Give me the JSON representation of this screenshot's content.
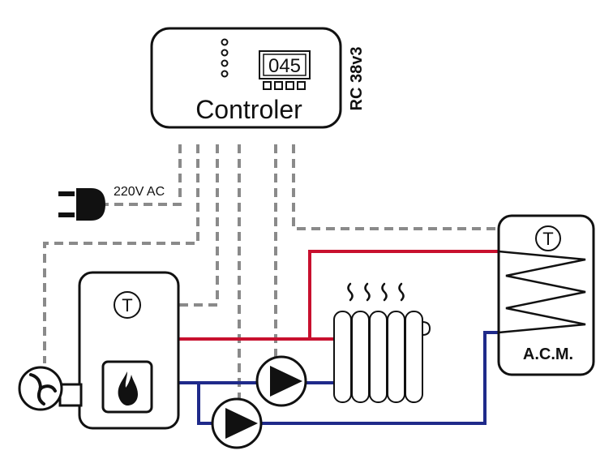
{
  "controller": {
    "label": "Controler",
    "model": "RC 38v3",
    "display_value": "045"
  },
  "power": {
    "label": "220V AC",
    "icon": "power-plug-icon"
  },
  "boiler": {
    "sensor_label": "T",
    "icon": "flame-icon"
  },
  "tank": {
    "label": "A.C.M.",
    "sensor_label": "T"
  },
  "fan": {
    "icon": "fan-icon"
  },
  "colors": {
    "hot_line": "#c8102e",
    "cold_line": "#1f2a8a",
    "signal_line": "#8a8a8a",
    "outline": "#111111"
  }
}
